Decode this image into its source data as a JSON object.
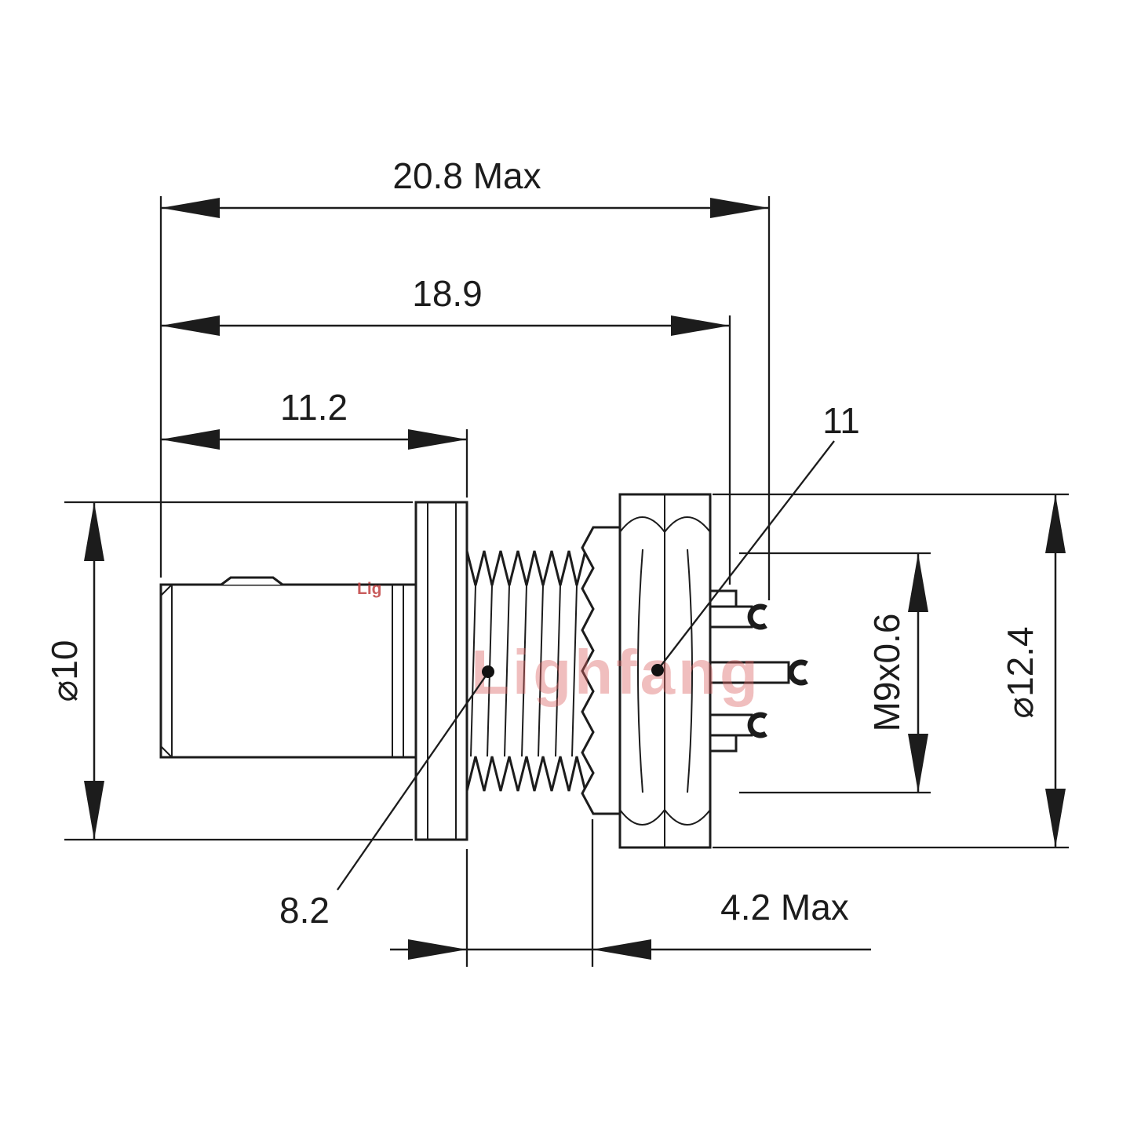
{
  "watermark": {
    "main": "Lighfang",
    "small": "Lig"
  },
  "dimensions": {
    "overall_length": "20.8 Max",
    "length_to_pins": "18.9",
    "front_length": "11.2",
    "hex_across_flats": "11",
    "body_diameter": "⌀10",
    "nut_diameter": "⌀12.4",
    "thread": "M9x0.6",
    "thread_ref": "8.2",
    "panel_max": "4.2 Max"
  }
}
